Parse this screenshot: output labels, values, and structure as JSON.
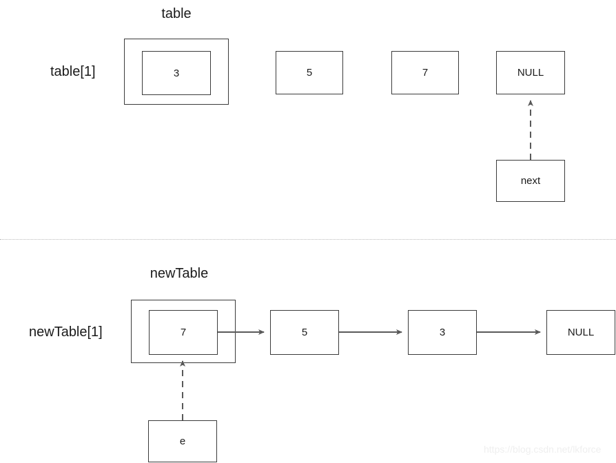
{
  "diagram": {
    "title_top": "table",
    "title_bottom": "newTable",
    "watermark": "https://blog.csdn.net/lkforce",
    "colors": {
      "box_border": "#3a3a3a",
      "arrow": "#595959",
      "divider": "#b9b9b9",
      "text": "#1a1a1a",
      "watermark": "#efefef",
      "background": "#ffffff"
    }
  },
  "top_section": {
    "heading": "table",
    "index_label": "table[1]",
    "bucket_inner_value": "3",
    "nodes": [
      {
        "value": "5"
      },
      {
        "value": "7"
      },
      {
        "value": "NULL"
      }
    ],
    "pointer_box": "next",
    "pointer_arrow": {
      "style": "dashed",
      "from": "next",
      "to": "NULL"
    }
  },
  "bottom_section": {
    "heading": "newTable",
    "index_label": "newTable[1]",
    "bucket_inner_value": "7",
    "nodes": [
      {
        "value": "5"
      },
      {
        "value": "3"
      },
      {
        "value": "NULL"
      }
    ],
    "pointer_box": "e",
    "pointer_arrow": {
      "style": "dashed",
      "from": "e",
      "to": "7"
    },
    "link_arrows": [
      {
        "from": "7",
        "to": "5",
        "style": "solid"
      },
      {
        "from": "5",
        "to": "3",
        "style": "solid"
      },
      {
        "from": "3",
        "to": "NULL",
        "style": "solid"
      }
    ]
  }
}
